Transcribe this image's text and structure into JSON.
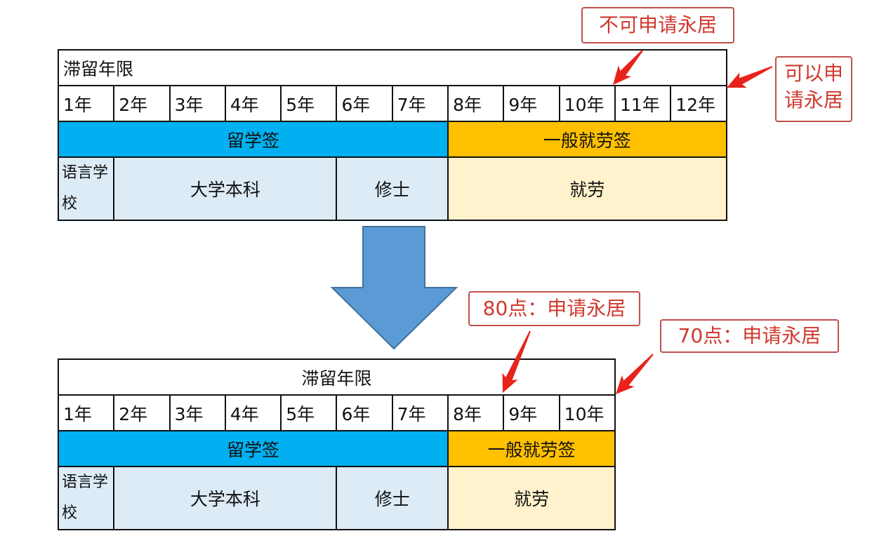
{
  "top_table": {
    "title": "滞留年限",
    "years": [
      "1年",
      "2年",
      "3年",
      "4年",
      "5年",
      "6年",
      "7年",
      "8年",
      "9年",
      "10年",
      "11年",
      "12年"
    ],
    "visa_study": "留学签",
    "visa_work": "一般就劳签",
    "language_school": "语言学校",
    "undergrad": "大学本科",
    "masters": "修士",
    "work": "就劳"
  },
  "bottom_table": {
    "title": "滞留年限",
    "years": [
      "1年",
      "2年",
      "3年",
      "4年",
      "5年",
      "6年",
      "7年",
      "8年",
      "9年",
      "10年"
    ],
    "visa_study": "留学签",
    "visa_work": "一般就劳签",
    "language_school": "语言学校",
    "undergrad": "大学本科",
    "masters": "修士",
    "work": "就劳"
  },
  "callouts": {
    "cannot_apply": "不可申请永居",
    "can_apply": "可以申请永居",
    "points_80": "80点：申请永居",
    "points_70": "70点：申请永居"
  },
  "colors": {
    "study": "#00B0F0",
    "work": "#FFC000",
    "study_light": "#DDEBF7",
    "work_light": "#FFF2CC",
    "callout": "#d0392e",
    "arrow": "#e8231b",
    "big_arrow": "#5b9bd5"
  }
}
